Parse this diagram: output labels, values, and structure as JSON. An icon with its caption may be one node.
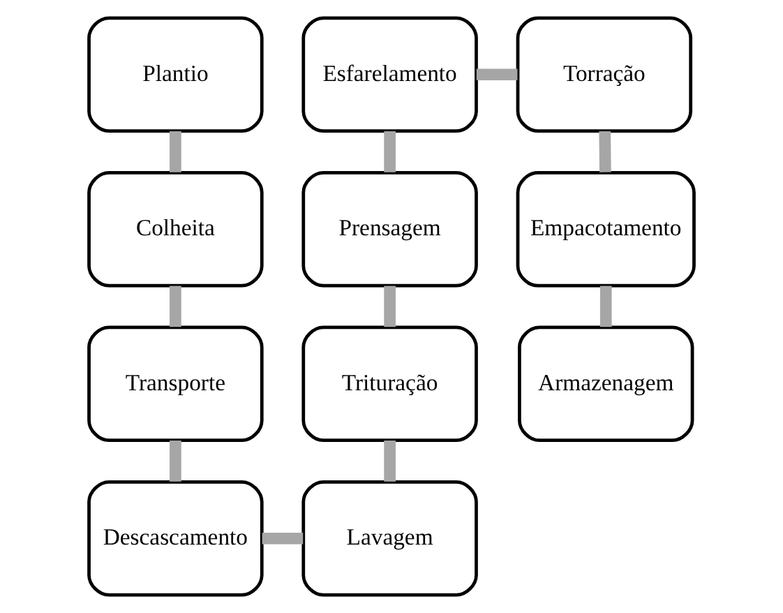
{
  "diagram": {
    "nodes": [
      {
        "text": [
          "Plantio"
        ]
      },
      {
        "text": [
          "Colheita"
        ]
      },
      {
        "text": [
          "Transporte"
        ]
      },
      {
        "text": [
          "Descascamento"
        ]
      },
      {
        "text": [
          "Lavagem"
        ]
      },
      {
        "text": [
          "Trituração"
        ]
      },
      {
        "text": [
          "Prensagem"
        ]
      },
      {
        "text": [
          "Esfarelamento"
        ]
      },
      {
        "text": [
          "Torração"
        ]
      },
      {
        "text": [
          "Empacotamento"
        ]
      },
      {
        "text": [
          "Armazenagem"
        ]
      }
    ],
    "edges": [
      {
        "from": 0,
        "to": 1,
        "arrow": "none"
      },
      {
        "from": 1,
        "to": 2,
        "arrow": "none"
      },
      {
        "from": 2,
        "to": 3,
        "arrow": "none"
      },
      {
        "from": 3,
        "to": 4,
        "arrow": "none"
      },
      {
        "from": 4,
        "to": 5,
        "arrow": "none"
      },
      {
        "from": 5,
        "to": 6,
        "arrow": "none"
      },
      {
        "from": 6,
        "to": 7,
        "arrow": "none"
      },
      {
        "from": 7,
        "to": 8,
        "arrow": "none"
      },
      {
        "from": 8,
        "to": 9,
        "arrow": "none"
      },
      {
        "from": 9,
        "to": 10,
        "arrow": "none"
      }
    ]
  }
}
